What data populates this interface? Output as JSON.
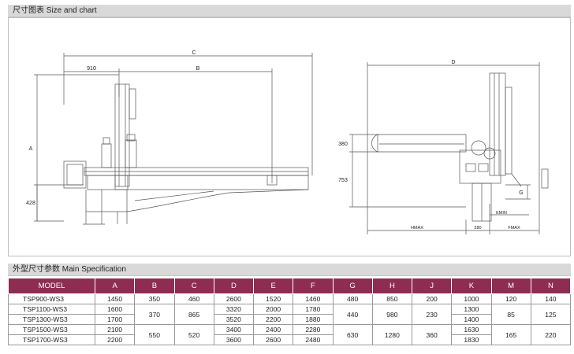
{
  "size_chart": {
    "title": "尺寸图表  Size and chart",
    "left_drawing": {
      "dim_c": "C",
      "dim_910": "910",
      "dim_b": "B",
      "dim_a": "A",
      "dim_428": "428"
    },
    "right_drawing": {
      "dim_d": "D",
      "dim_380": "380",
      "dim_753": "753",
      "dim_g": "G",
      "dim_emin": "EMIN",
      "dim_hmax": "HMAX",
      "dim_280": "280",
      "dim_fmax": "FMAX"
    }
  },
  "specification": {
    "title": "外型尺寸参数  Main Specification",
    "headers": [
      "MODEL",
      "A",
      "B",
      "C",
      "D",
      "E",
      "F",
      "G",
      "H",
      "J",
      "K",
      "M",
      "N"
    ],
    "rows": [
      [
        "TSP900-WS3",
        "1450",
        "350",
        "460",
        "2600",
        "1520",
        "1460",
        "480",
        "850",
        "200",
        "1000",
        "120",
        "140"
      ],
      [
        "TSP1100-WS3",
        "1600",
        "370",
        "865",
        "3320",
        "2000",
        "1780",
        "440",
        "980",
        "230",
        "1300",
        "85",
        "125"
      ],
      [
        "TSP1300-WS3",
        "1700",
        "",
        "",
        "3520",
        "2200",
        "1880",
        "",
        "",
        "",
        "1400",
        "",
        ""
      ],
      [
        "TSP1500-WS3",
        "2100",
        "550",
        "520",
        "3400",
        "2400",
        "2280",
        "630",
        "1280",
        "360",
        "1630",
        "165",
        "220"
      ],
      [
        "TSP1700-WS3",
        "2200",
        "",
        "",
        "3600",
        "2600",
        "2480",
        "",
        "",
        "",
        "1830",
        "",
        ""
      ]
    ]
  }
}
